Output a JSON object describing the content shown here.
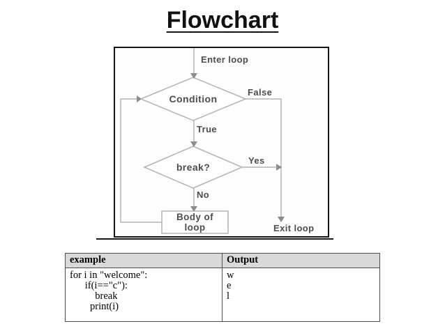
{
  "slide": {
    "title": "Flowchart"
  },
  "flowchart": {
    "labels": {
      "enter_loop": "Enter loop",
      "condition": "Condition",
      "false_branch": "False",
      "true_branch": "True",
      "break_q": "break?",
      "yes_branch": "Yes",
      "no_branch": "No",
      "body_line1": "Body of",
      "body_line2": "loop",
      "exit_loop": "Exit loop"
    },
    "colors": {
      "line": "#b3b3b3",
      "arrowhead": "#8c8c8c",
      "label": "#4d4d4d",
      "border": "#151515"
    }
  },
  "table": {
    "headers": {
      "example": "example",
      "output": "Output"
    },
    "header_bg": "#d9d9d9",
    "example_lines": [
      "for i in \"welcome\":",
      "      if(i==\"c\"):",
      "          break",
      "        print(i)"
    ],
    "output_lines": [
      "w",
      "e",
      "l"
    ]
  }
}
